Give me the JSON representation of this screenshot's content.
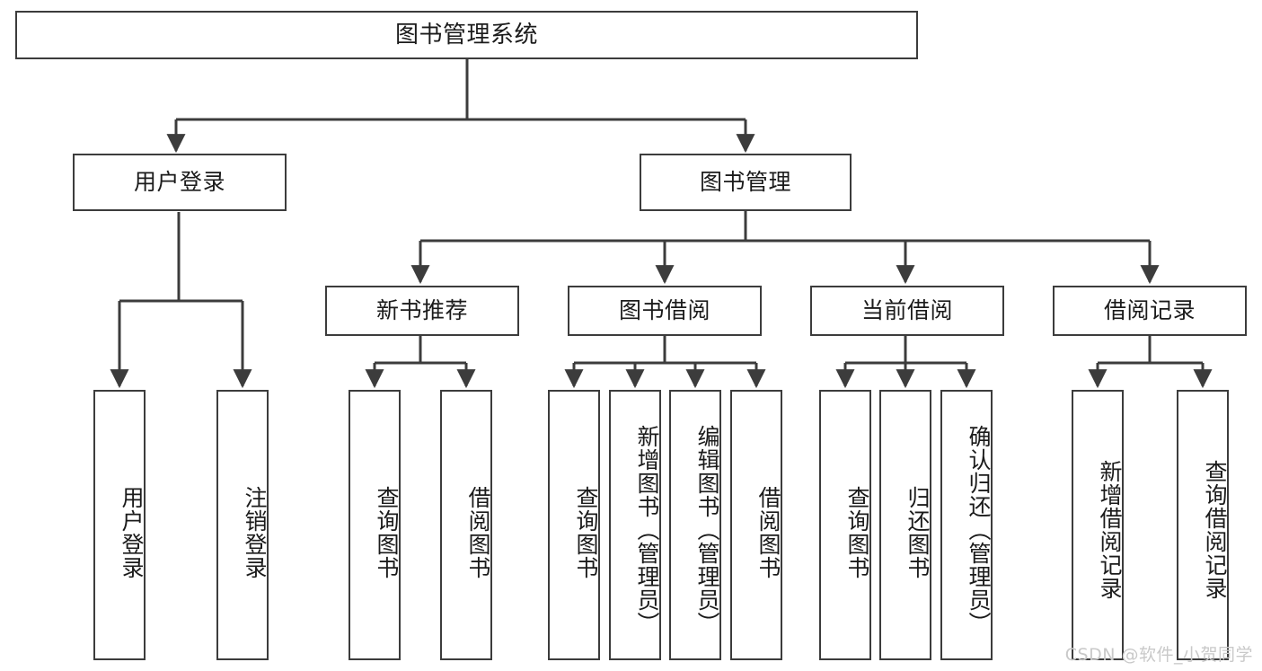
{
  "diagram": {
    "title": "图书管理系统",
    "type": "tree",
    "watermark": "CSDN @软件_小贺同学",
    "colors": {
      "box_border": "#3c3c3c",
      "box_fill": "#ffffff",
      "edge": "#3c3c3c",
      "text": "#1b1b1b",
      "watermark": "#c9c9c9"
    },
    "root": {
      "label": "图书管理系统"
    },
    "level2": [
      {
        "label": "用户登录"
      },
      {
        "label": "图书管理"
      }
    ],
    "level3": [
      {
        "label": "新书推荐"
      },
      {
        "label": "图书借阅"
      },
      {
        "label": "当前借阅"
      },
      {
        "label": "借阅记录"
      }
    ],
    "leaves": {
      "user_login": [
        {
          "label": "用户登录"
        },
        {
          "label": "注销登录"
        }
      ],
      "new_book_recommend": [
        {
          "label": "查询图书"
        },
        {
          "label": "借阅图书"
        }
      ],
      "book_borrow": [
        {
          "label": "查询图书"
        },
        {
          "label": "新增图书（管理员）"
        },
        {
          "label": "编辑图书（管理员）"
        },
        {
          "label": "借阅图书"
        }
      ],
      "current_borrow": [
        {
          "label": "查询图书"
        },
        {
          "label": "归还图书"
        },
        {
          "label": "确认归还（管理员）"
        }
      ],
      "borrow_record": [
        {
          "label": "新增借阅记录"
        },
        {
          "label": "查询借阅记录"
        }
      ]
    }
  }
}
